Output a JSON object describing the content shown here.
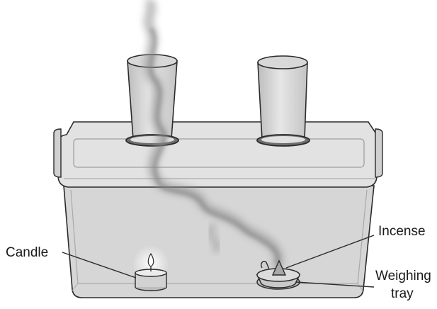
{
  "labels": {
    "candle": "Candle",
    "incense": "Incense",
    "weighing_tray_line1": "Weighing",
    "weighing_tray_line2": "tray"
  },
  "colors": {
    "outline": "#2b2b2b",
    "box_fill": "#d9d9d9",
    "box_body": "#cfcfcf",
    "lid_fill": "#e4e4e4",
    "smoke": "#8a8a8a",
    "flame": "#ffffff",
    "candle_fill": "#d4d4d4",
    "tray_fill": "#c8c8c8"
  }
}
